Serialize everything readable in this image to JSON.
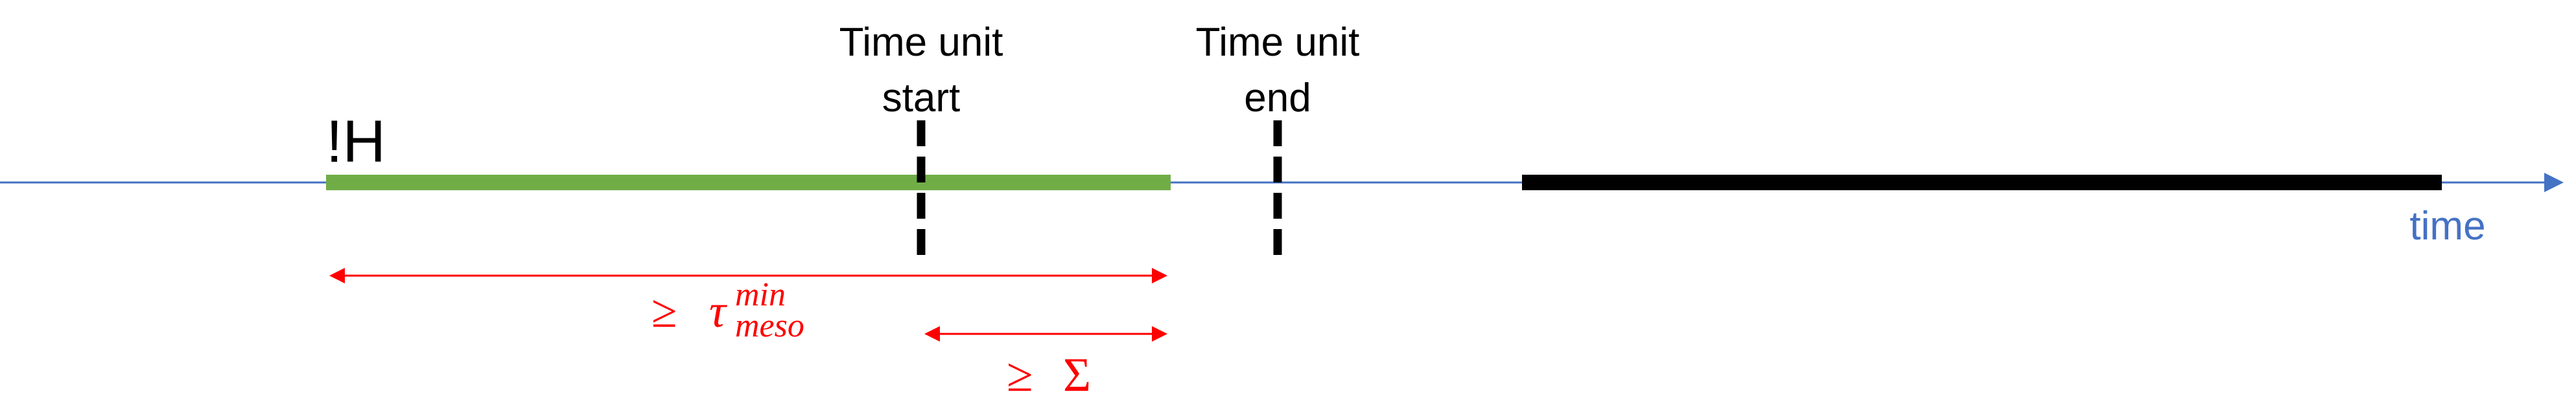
{
  "labels": {
    "h_marker": "!H",
    "start_line1": "Time unit",
    "start_line2": "start",
    "end_line1": "Time unit",
    "end_line2": "end",
    "axis": "time"
  },
  "annotations": {
    "tau": {
      "relation": "≥",
      "symbol": "τ",
      "superscript": "min",
      "subscript": "meso"
    },
    "sigma": {
      "relation": "≥",
      "symbol": "Σ"
    }
  },
  "colors": {
    "axis": "#4472c4",
    "axis_label": "#4472c4",
    "green_bar": "#70ad47",
    "black_bar": "#000000",
    "annotation": "#ff0000",
    "dashed": "#000000",
    "text": "#000000"
  }
}
